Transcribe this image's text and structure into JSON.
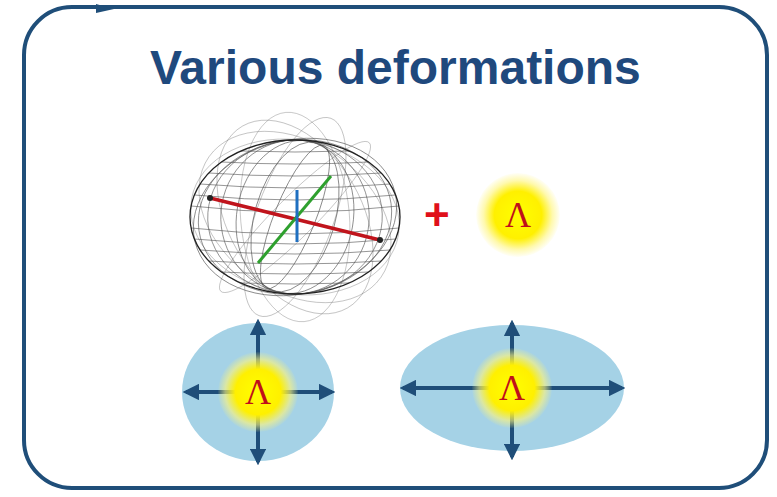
{
  "diagram": {
    "title": "Various deformations",
    "nodes": [
      {
        "text": [
          "Λ"
        ]
      },
      {
        "text": [
          "Λ"
        ]
      },
      {
        "text": [
          "Λ"
        ]
      }
    ],
    "labels": [
      "+"
    ]
  }
}
